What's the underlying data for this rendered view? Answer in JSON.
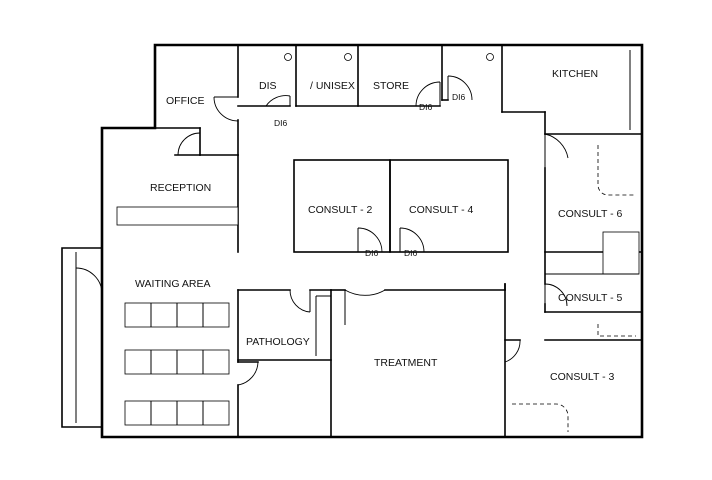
{
  "rooms": {
    "office": "OFFICE",
    "dis": "DIS",
    "unisex": "/ UNISEX",
    "store": "STORE",
    "kitchen": "KITCHEN",
    "reception": "RECEPTION",
    "consult2": "CONSULT - 2",
    "consult4": "CONSULT - 4",
    "consult6": "CONSULT - 6",
    "consult5": "CONSULT - 5",
    "consult3": "CONSULT - 3",
    "waiting": "WAITING AREA",
    "pathology": "PATHOLOGY",
    "treatment": "TREATMENT"
  },
  "door_tags": {
    "dis": "DI6",
    "store": "DI6",
    "corridor": "DI6",
    "consult2": "DI6",
    "consult4": "DI6"
  }
}
